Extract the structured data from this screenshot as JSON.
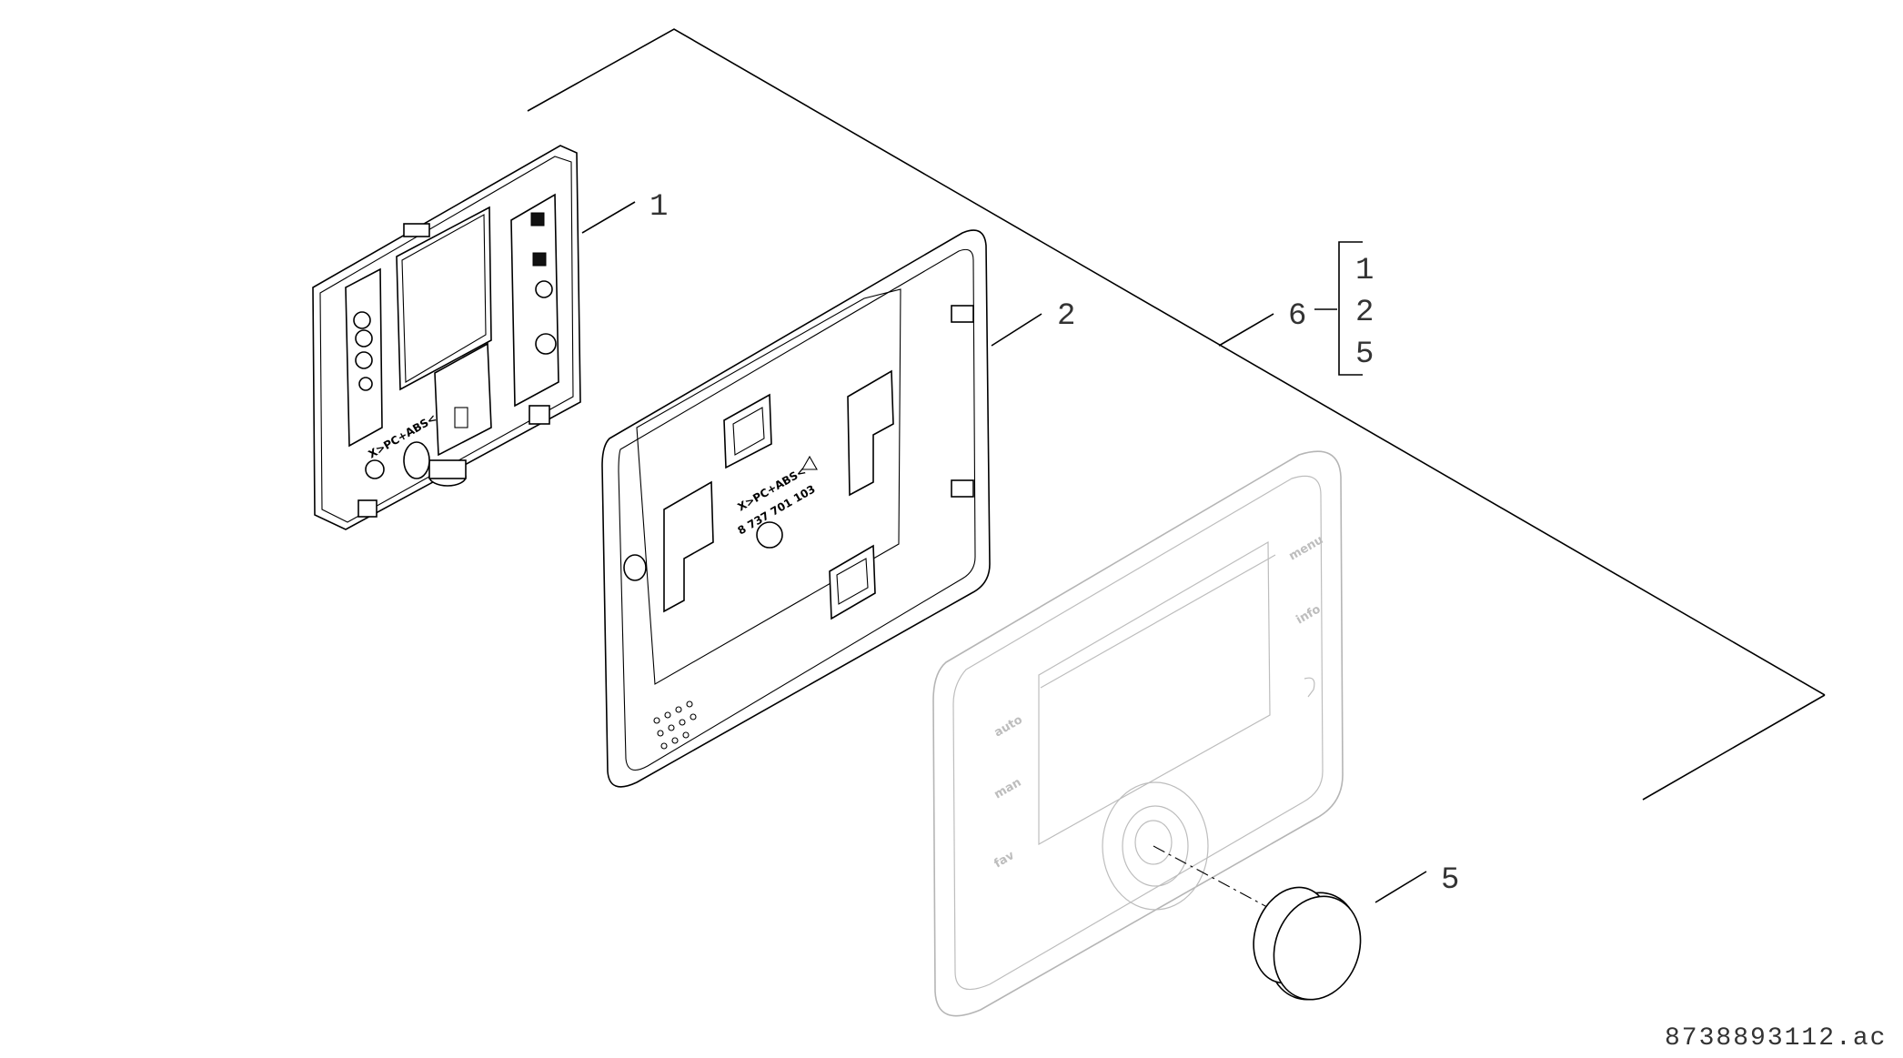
{
  "callouts": {
    "c1": "1",
    "c2": "2",
    "c5": "5",
    "c6": "6"
  },
  "set_contents": [
    "1",
    "2",
    "5"
  ],
  "reference_number": "8738893112.ac",
  "part_markings": {
    "base_marking": "X>PC+ABS<",
    "housing_marking": "X>PC+ABS<",
    "housing_code": "8 737 701 103"
  },
  "controller_labels": {
    "menu": "menu",
    "info": "info",
    "auto": "auto",
    "man": "man",
    "fav": "fav"
  }
}
